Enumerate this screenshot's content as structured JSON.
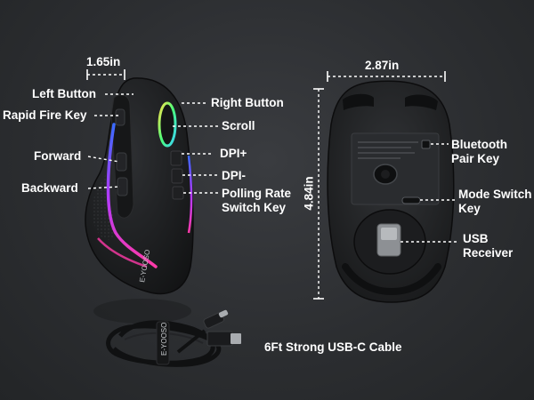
{
  "dimensions": {
    "side_width": "1.65in",
    "bottom_width": "2.87in",
    "bottom_length": "4.84in"
  },
  "side_labels": {
    "left_button": "Left Button",
    "rapid_fire": "Rapid Fire Key",
    "forward": "Forward",
    "backward": "Backward",
    "right_button": "Right Button",
    "scroll": "Scroll",
    "dpi_plus": "DPI+",
    "dpi_minus": "DPI-",
    "polling_rate": "Polling Rate Switch Key"
  },
  "bottom_labels": {
    "bluetooth": "Bluetooth Pair Key",
    "mode": "Mode Switch Key",
    "usb": "USB Receiver"
  },
  "cable_label": "6Ft Strong USB-C Cable",
  "brand_mark": "E-YOOSO",
  "colors": {
    "background": "#2c2e31",
    "mouse_body": "#1b1c1e",
    "rgb_start": "#3a6bff",
    "rgb_mid": "#b03bff",
    "rgb_end": "#ff3aa8",
    "label_text": "#ffffff"
  }
}
